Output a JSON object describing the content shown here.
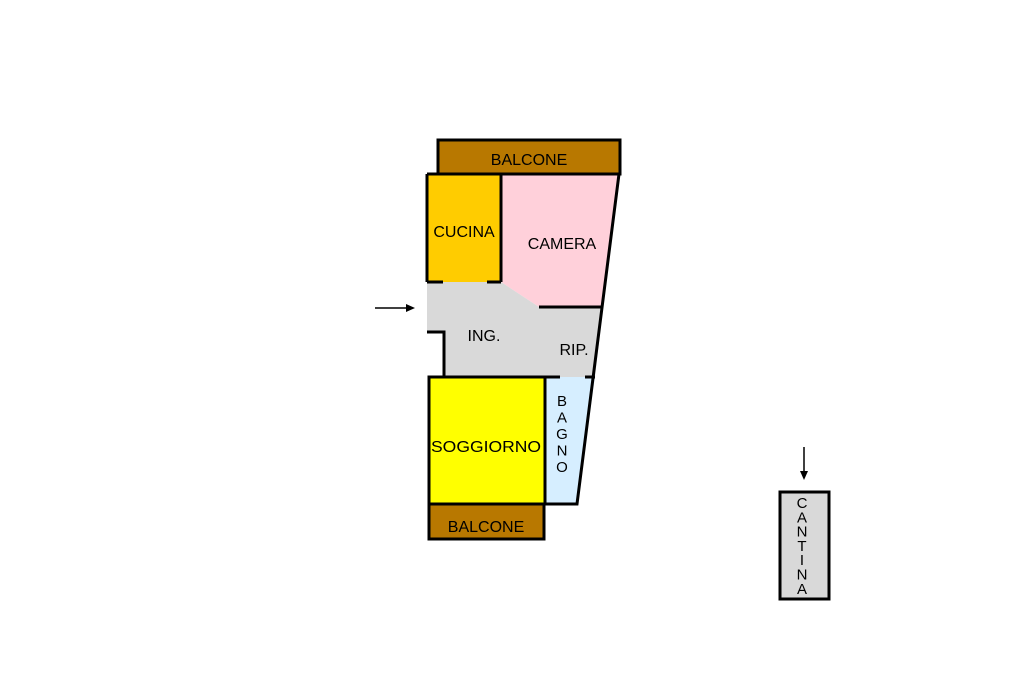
{
  "colors": {
    "balcone": "#B87800",
    "cucina": "#FFCC00",
    "camera": "#FFD0DA",
    "corridor": "#D9D9D9",
    "soggiorno": "#FFFF00",
    "bagno": "#D6EEFF",
    "cantina": "#D9D9D9"
  },
  "rooms": {
    "balcone_top": "BALCONE",
    "cucina": "CUCINA",
    "camera": "CAMERA",
    "ingresso": "ING.",
    "ripostiglio": "RIP.",
    "soggiorno": "SOGGIORNO",
    "bagno_letters": [
      "B",
      "A",
      "G",
      "N",
      "O"
    ],
    "balcone_bottom": "BALCONE"
  },
  "cantina_letters": [
    "C",
    "A",
    "N",
    "T",
    "I",
    "N",
    "A"
  ],
  "icons": {
    "entrance_arrow": "arrow-right-icon",
    "cantina_arrow": "arrow-down-icon"
  }
}
